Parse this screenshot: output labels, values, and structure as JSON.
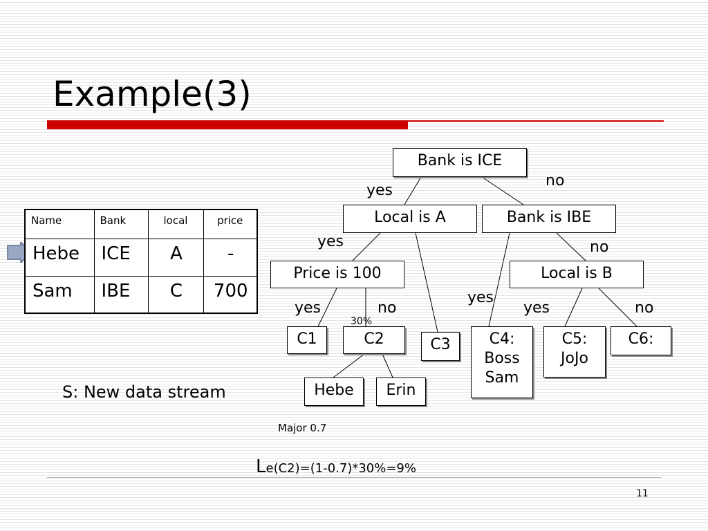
{
  "slide": {
    "title": "Example(3)",
    "page_number": "11"
  },
  "table": {
    "headers": [
      "Name",
      "Bank",
      "local",
      "price"
    ],
    "rows": [
      [
        "Hebe",
        "ICE",
        "A",
        "-"
      ],
      [
        "Sam",
        "IBE",
        "C",
        "700"
      ]
    ]
  },
  "stream_label": "S: New data stream",
  "major_label": "Major 0.7",
  "formula": {
    "prefix": "L",
    "body": "e(C2)=(1-0.7)*30%=9%"
  },
  "tree": {
    "nodes": {
      "bank_ice": "Bank is ICE",
      "local_a": "Local is A",
      "bank_ibe": "Bank is IBE",
      "price_100": "Price is 100",
      "local_b": "Local is B",
      "c1": "C1",
      "c2": "C2",
      "c3": "C3",
      "c4": [
        "C4:",
        "Boss",
        "Sam"
      ],
      "c5": [
        "C5:",
        "JoJo"
      ],
      "c6": "C6:",
      "hebe": "Hebe",
      "erin": "Erin"
    },
    "edge_labels": {
      "root_yes": "yes",
      "root_no": "no",
      "local_a_yes": "yes",
      "bank_ibe_no": "no",
      "price_yes": "yes",
      "price_no": "no",
      "price_pct": "30%",
      "bank_ibe_yes": "yes",
      "local_b_yes": "yes",
      "local_b_no": "no"
    }
  }
}
